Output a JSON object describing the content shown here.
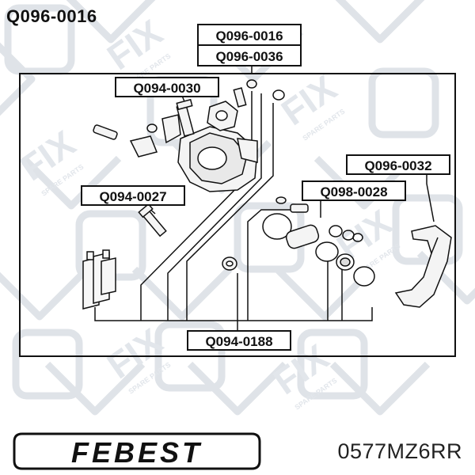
{
  "header": {
    "part_number": "Q096-0016"
  },
  "callouts": {
    "kit_a": "Q096-0016",
    "kit_b": "Q096-0036",
    "pin_upper": "Q094-0030",
    "pin_lower": "Q094-0027",
    "bracket": "Q096-0032",
    "piston_kit": "Q098-0028",
    "boot": "Q094-0188"
  },
  "watermark": {
    "brand": "FIX",
    "tagline": "SPARE PARTS"
  },
  "footer": {
    "brand": "FEBEST",
    "oem_code": "0577MZ6RR"
  },
  "colors": {
    "line": "#111111",
    "watermark": "#dfe3e8",
    "background": "#ffffff"
  }
}
